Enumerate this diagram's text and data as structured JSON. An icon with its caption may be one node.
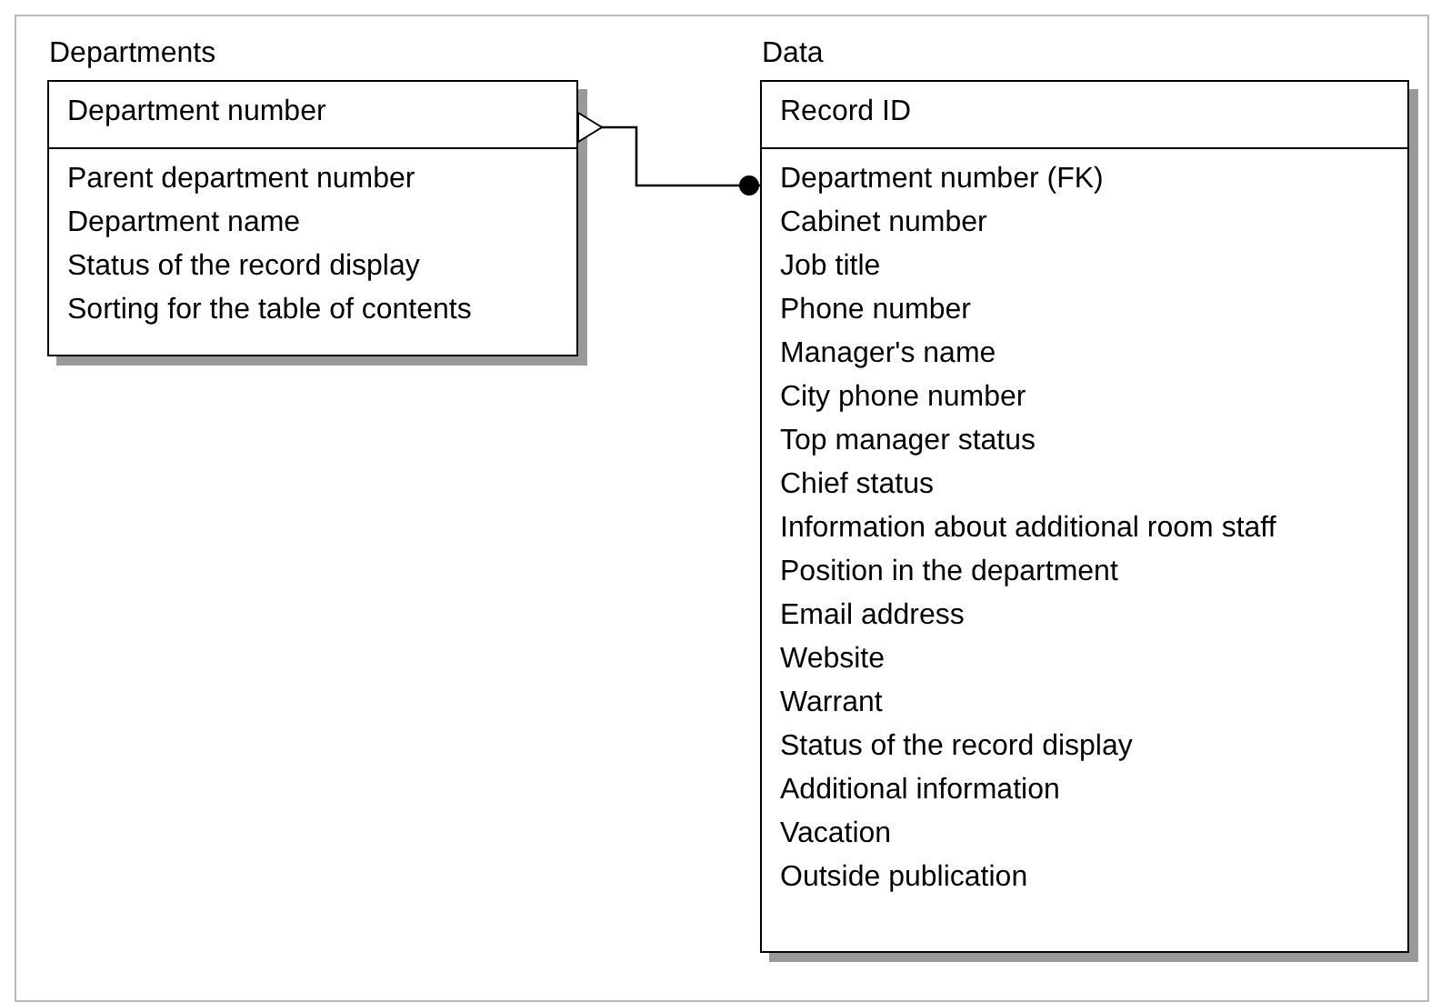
{
  "diagram": {
    "nodes": [
      {
        "text": [
          "Departments",
          "Department number",
          "Parent department number",
          "Department name",
          "Status of the record display",
          "Sorting for the table of contents"
        ]
      },
      {
        "text": [
          "Data",
          "Record ID",
          "Department number (FK)",
          "Cabinet number",
          "Job title",
          "Phone number",
          "Manager's name",
          "City phone number",
          "Top manager status",
          "Chief status",
          "Information about additional room staff",
          "Position in the department",
          "Email address",
          "Website",
          "Warrant",
          "Status of the record display",
          "Additional information",
          "Vacation",
          "Outside publication"
        ]
      }
    ],
    "edges": [
      {
        "from": 0,
        "to": 1,
        "arrow": "other"
      }
    ]
  }
}
